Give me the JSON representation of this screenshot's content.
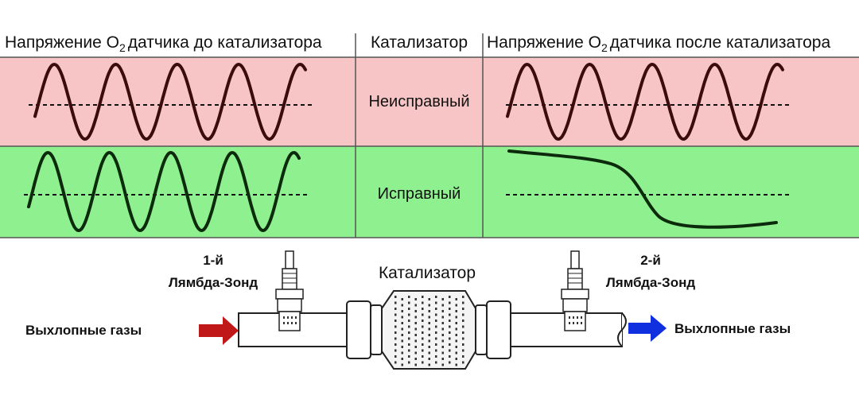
{
  "colors": {
    "bad_row": "#f7c5c5",
    "good_row": "#8ef08e",
    "bad_wave": "#3a0c0c",
    "good_wave": "#0c2a0c",
    "arrow_in": "#c01818",
    "arrow_out": "#1030e0",
    "grid": "#555555"
  },
  "header": {
    "left_pre": "Напряжение O",
    "left_sub": "2",
    "left_post": "датчика до катализатора",
    "middle": "Катализатор",
    "right_pre": "Напряжение O",
    "right_sub": "2",
    "right_post": "датчика после катализатора"
  },
  "rows": {
    "faulty": {
      "label": "Неисправный",
      "before_signal": "sine-oscillating",
      "after_signal": "sine-oscillating"
    },
    "working": {
      "label": "Исправный",
      "before_signal": "sine-oscillating",
      "after_signal": "step-high-to-low"
    }
  },
  "system": {
    "sensor1_line1": "1-й",
    "sensor1_line2": "Лямбда-Зонд",
    "catalyst_label": "Катализатор",
    "sensor2_line1": "2-й",
    "sensor2_line2": "Лямбда-Зонд",
    "inlet_label": "Выхлопные газы",
    "outlet_label": "Выхлопные газы",
    "inlet_arrow_icon": "arrow-right-icon",
    "outlet_arrow_icon": "arrow-right-icon"
  }
}
